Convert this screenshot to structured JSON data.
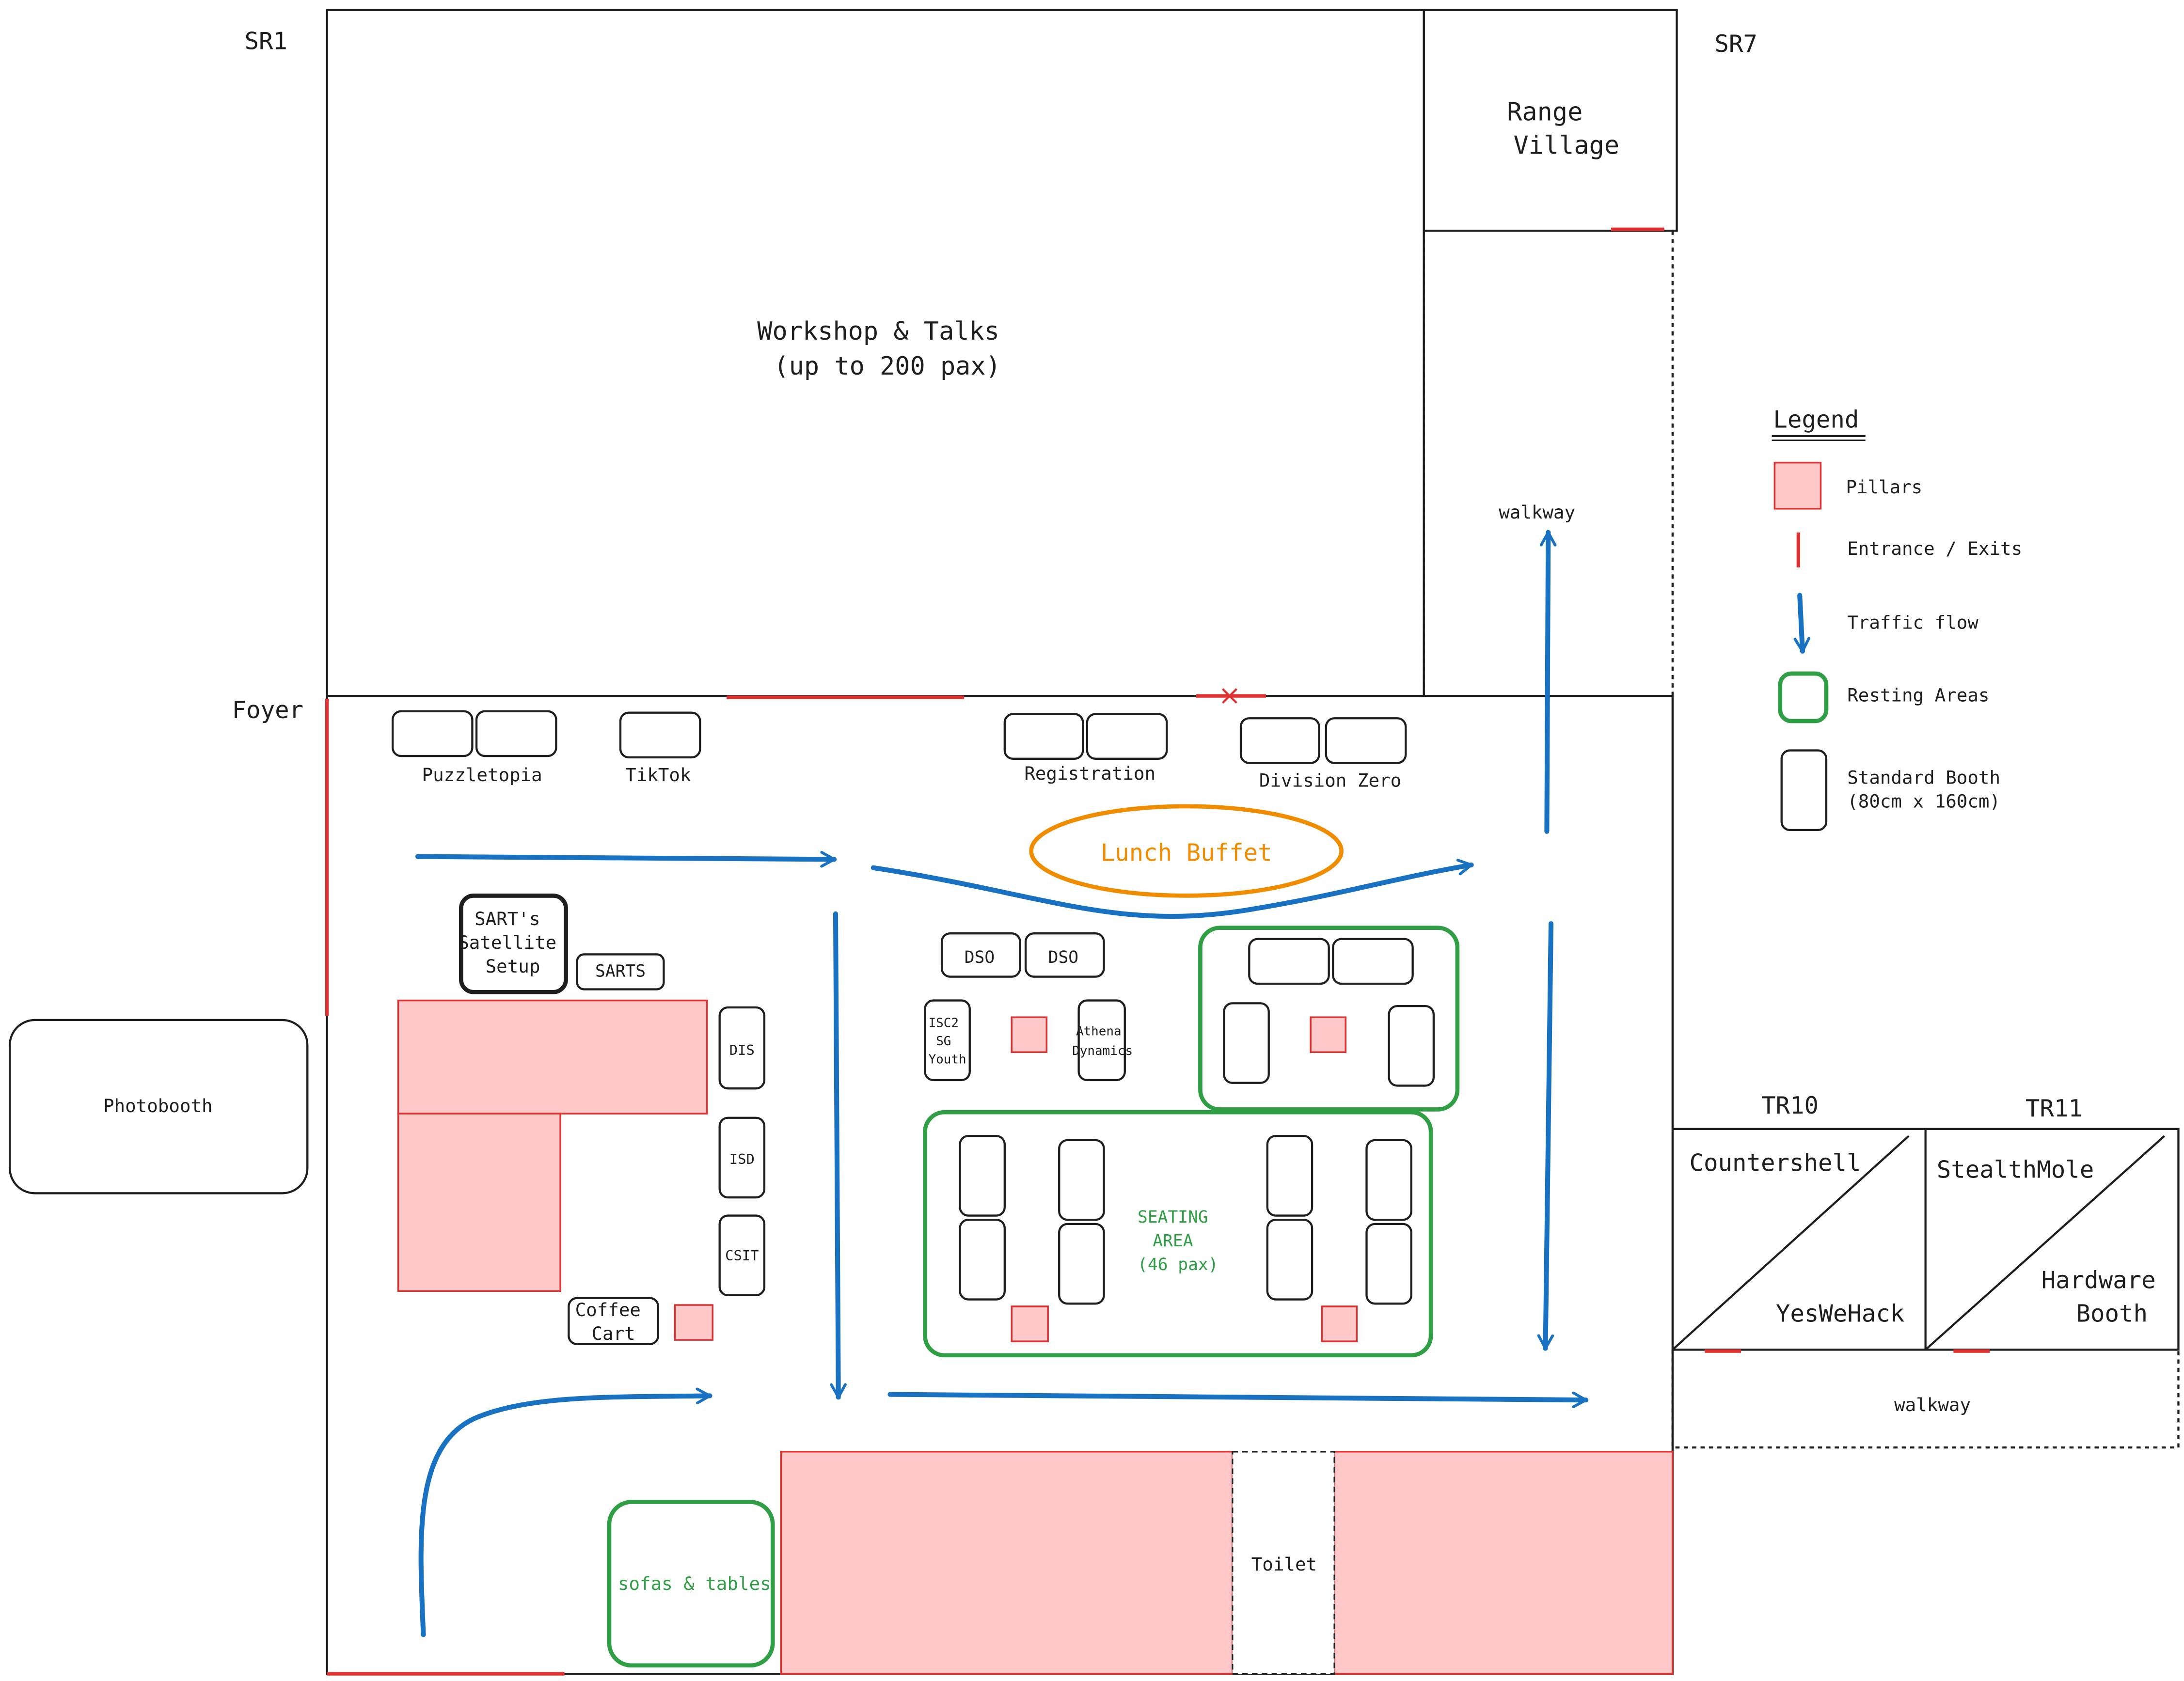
{
  "colors": {
    "pillar_fill": "#ffc9c9",
    "pillar_stroke": "#e03131",
    "entrance": "#e03131",
    "traffic": "#1971c2",
    "resting": "#2f9e44",
    "buffet": "#f08c00",
    "ink": "#1e1e1e"
  },
  "rooms": {
    "sr1": "SR1",
    "sr7": "SR7",
    "foyer": "Foyer",
    "range_village": [
      "Range",
      "Village"
    ],
    "workshop": [
      "Workshop & Talks",
      "(up to 200 pax)"
    ],
    "walkway_top": "walkway",
    "walkway_bottom": "walkway",
    "tr10": "TR10",
    "tr11": "TR11",
    "toilet": "Toilet",
    "photobooth": "Photobooth"
  },
  "tr_booths": {
    "countershell": "Countershell",
    "yeswehack": "YesWeHack",
    "stealthmole": "StealthMole",
    "hardware_booth": [
      "Hardware",
      "Booth"
    ]
  },
  "booths": {
    "puzzletopia": "Puzzletopia",
    "tiktok": "TikTok",
    "registration": "Registration",
    "division_zero": "Division Zero",
    "sarts_satellite": [
      "SART's",
      "Satellite",
      "Setup"
    ],
    "sarts": "SARTS",
    "dis": "DIS",
    "isd": "ISD",
    "csit": "CSIT",
    "coffee_cart": [
      "Coffee",
      "Cart"
    ],
    "dso_1": "DSO",
    "dso_2": "DSO",
    "isc2": [
      "ISC2",
      "SG",
      "Youth"
    ],
    "athena": [
      "Athena",
      "Dynamics"
    ]
  },
  "resting": {
    "lunch_buffet": "Lunch Buffet",
    "seating_area": [
      "SEATING",
      "AREA",
      "(46 pax)"
    ],
    "sofas": "sofas & tables"
  },
  "legend": {
    "title": "Legend",
    "items": [
      {
        "icon": "pillar-icon",
        "label": "Pillars"
      },
      {
        "icon": "entrance-icon",
        "label": "Entrance / Exits"
      },
      {
        "icon": "traffic-arrow-icon",
        "label": "Traffic flow"
      },
      {
        "icon": "resting-area-icon",
        "label": "Resting Areas"
      },
      {
        "icon": "booth-icon",
        "label": "Standard Booth",
        "sublabel": "(80cm x 160cm)"
      }
    ]
  }
}
